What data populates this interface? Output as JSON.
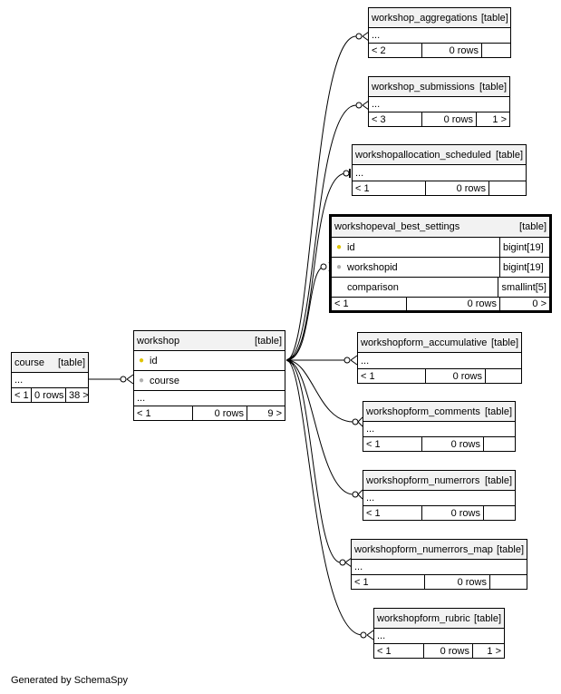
{
  "tables": {
    "workshop_aggregations": {
      "name": "workshop_aggregations",
      "tag": "[table]",
      "more": "...",
      "parents": "< 2",
      "rows": "0 rows",
      "children": ""
    },
    "workshop_submissions": {
      "name": "workshop_submissions",
      "tag": "[table]",
      "more": "...",
      "parents": "< 3",
      "rows": "0 rows",
      "children": "1 >"
    },
    "workshopallocation_scheduled": {
      "name": "workshopallocation_scheduled",
      "tag": "[table]",
      "more": "...",
      "parents": "< 1",
      "rows": "0 rows",
      "children": ""
    },
    "workshopeval_best_settings": {
      "name": "workshopeval_best_settings",
      "tag": "[table]",
      "columns": [
        {
          "key": "pk",
          "name": "id",
          "type": "bigint[19]"
        },
        {
          "key": "fk",
          "name": "workshopid",
          "type": "bigint[19]"
        },
        {
          "key": "",
          "name": "comparison",
          "type": "smallint[5]"
        }
      ],
      "parents": "< 1",
      "rows": "0 rows",
      "children": "0 >"
    },
    "workshop": {
      "name": "workshop",
      "tag": "[table]",
      "columns": [
        {
          "key": "pk",
          "name": "id"
        },
        {
          "key": "fk",
          "name": "course"
        }
      ],
      "more": "...",
      "parents": "< 1",
      "rows": "0 rows",
      "children": "9 >"
    },
    "course": {
      "name": "course",
      "tag": "[table]",
      "more": "...",
      "parents": "< 1",
      "rows": "0 rows",
      "children": "38 >"
    },
    "workshopform_accumulative": {
      "name": "workshopform_accumulative",
      "tag": "[table]",
      "more": "...",
      "parents": "< 1",
      "rows": "0 rows",
      "children": ""
    },
    "workshopform_comments": {
      "name": "workshopform_comments",
      "tag": "[table]",
      "more": "...",
      "parents": "< 1",
      "rows": "0 rows",
      "children": ""
    },
    "workshopform_numerrors": {
      "name": "workshopform_numerrors",
      "tag": "[table]",
      "more": "...",
      "parents": "< 1",
      "rows": "0 rows",
      "children": ""
    },
    "workshopform_numerrors_map": {
      "name": "workshopform_numerrors_map",
      "tag": "[table]",
      "more": "...",
      "parents": "< 1",
      "rows": "0 rows",
      "children": ""
    },
    "workshopform_rubric": {
      "name": "workshopform_rubric",
      "tag": "[table]",
      "more": "...",
      "parents": "< 1",
      "rows": "0 rows",
      "children": "1 >"
    }
  },
  "footer": "Generated by SchemaSpy",
  "icons": {
    "primary_key": "key-icon-gold",
    "foreign_key": "key-icon-gray"
  }
}
